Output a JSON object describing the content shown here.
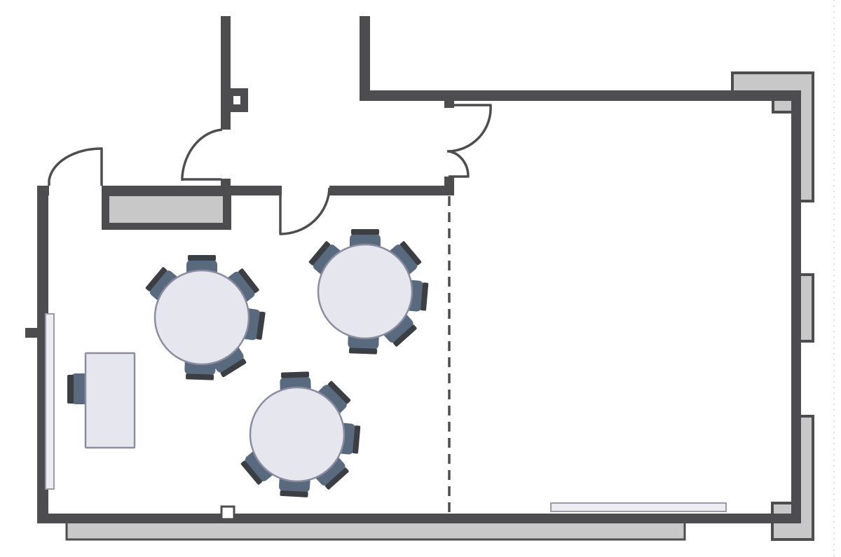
{
  "floor_plan": {
    "colors": {
      "wall": "#4d4d4f",
      "column_fill": "#c8c8c8",
      "table_fill": "#e6e7ee",
      "chair": "#5a6a7e",
      "chair_back": "#3b3f44",
      "whiteboard": "#ececf1"
    },
    "round_tables": [
      {
        "name": "round-table-1",
        "chairs": 6
      },
      {
        "name": "round-table-2",
        "chairs": 6
      },
      {
        "name": "round-table-3",
        "chairs": 6
      }
    ],
    "desks": [
      {
        "name": "presenter-desk",
        "chairs": 1
      }
    ],
    "doors": 5,
    "room_divider": "dashed"
  }
}
